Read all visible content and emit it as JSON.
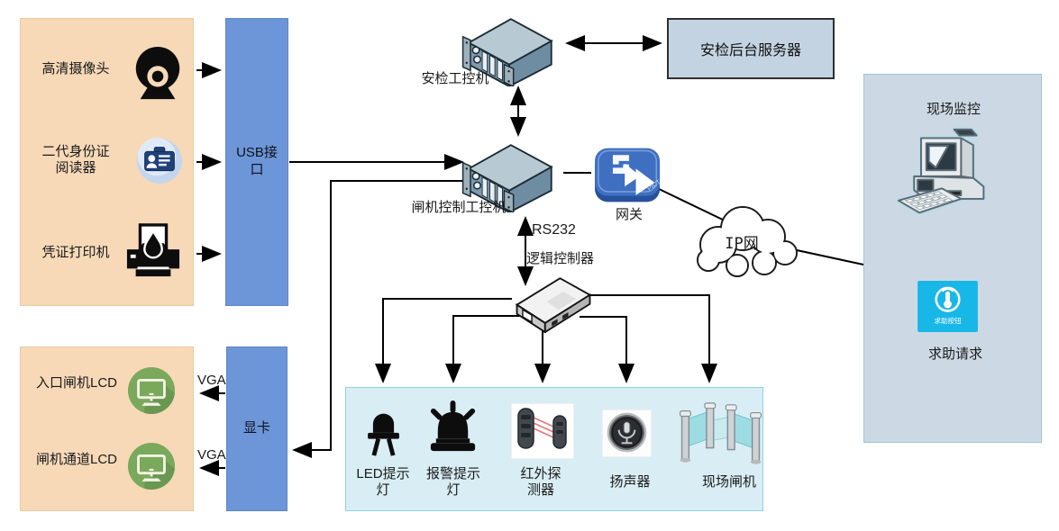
{
  "input_group": {
    "items": [
      {
        "label": "高清摄像头",
        "icon": "webcam-icon"
      },
      {
        "label": "二代身份证\n阅读器",
        "icon": "id-card-reader-icon"
      },
      {
        "label": "凭证打印机",
        "icon": "printer-icon"
      }
    ]
  },
  "usb_bar": {
    "label": "USB接\n口"
  },
  "security_pc": {
    "label": "安检工控机"
  },
  "backend_server": {
    "label": "安检后台服务器"
  },
  "gate_pc": {
    "label": "闸机控制工控机"
  },
  "gateway": {
    "label": "网关",
    "badge": "PICT"
  },
  "ip_cloud": {
    "label": "IP网"
  },
  "serial_link": {
    "label": "RS232"
  },
  "logic_controller": {
    "label": "逻辑控制器"
  },
  "monitor_panel": {
    "monitor_label": "现场监控",
    "help_request_label": "求助请求",
    "help_button_caption": "求助按钮"
  },
  "output_group": {
    "items": [
      {
        "label": "LED提示\n灯",
        "icon": "led-indicator-icon"
      },
      {
        "label": "报警提示\n灯",
        "icon": "alarm-light-icon"
      },
      {
        "label": "红外探\n测器",
        "icon": "infrared-detector-icon"
      },
      {
        "label": "扬声器",
        "icon": "speaker-icon"
      },
      {
        "label": "现场闸机",
        "icon": "turnstile-gate-icon"
      }
    ]
  },
  "display_group": {
    "vga_label": "VGA",
    "items": [
      {
        "label": "入口闸机LCD",
        "icon": "lcd-monitor-icon"
      },
      {
        "label": "闸机通道LCD",
        "icon": "lcd-monitor-icon"
      }
    ]
  },
  "gpu_bar": {
    "label": "显卡"
  },
  "colors": {
    "peach_fill": "#f7d9b8",
    "blue_bar_fill": "#6c96d8",
    "backend_box_fill": "#c3d3e1",
    "monitor_panel_fill": "#ccd9e5",
    "output_box_fill": "#d9eef4",
    "help_button_fill": "#17b7e8",
    "gateway_blue": "#3f6fc1",
    "lcd_icon_green": "#7aa95b"
  }
}
